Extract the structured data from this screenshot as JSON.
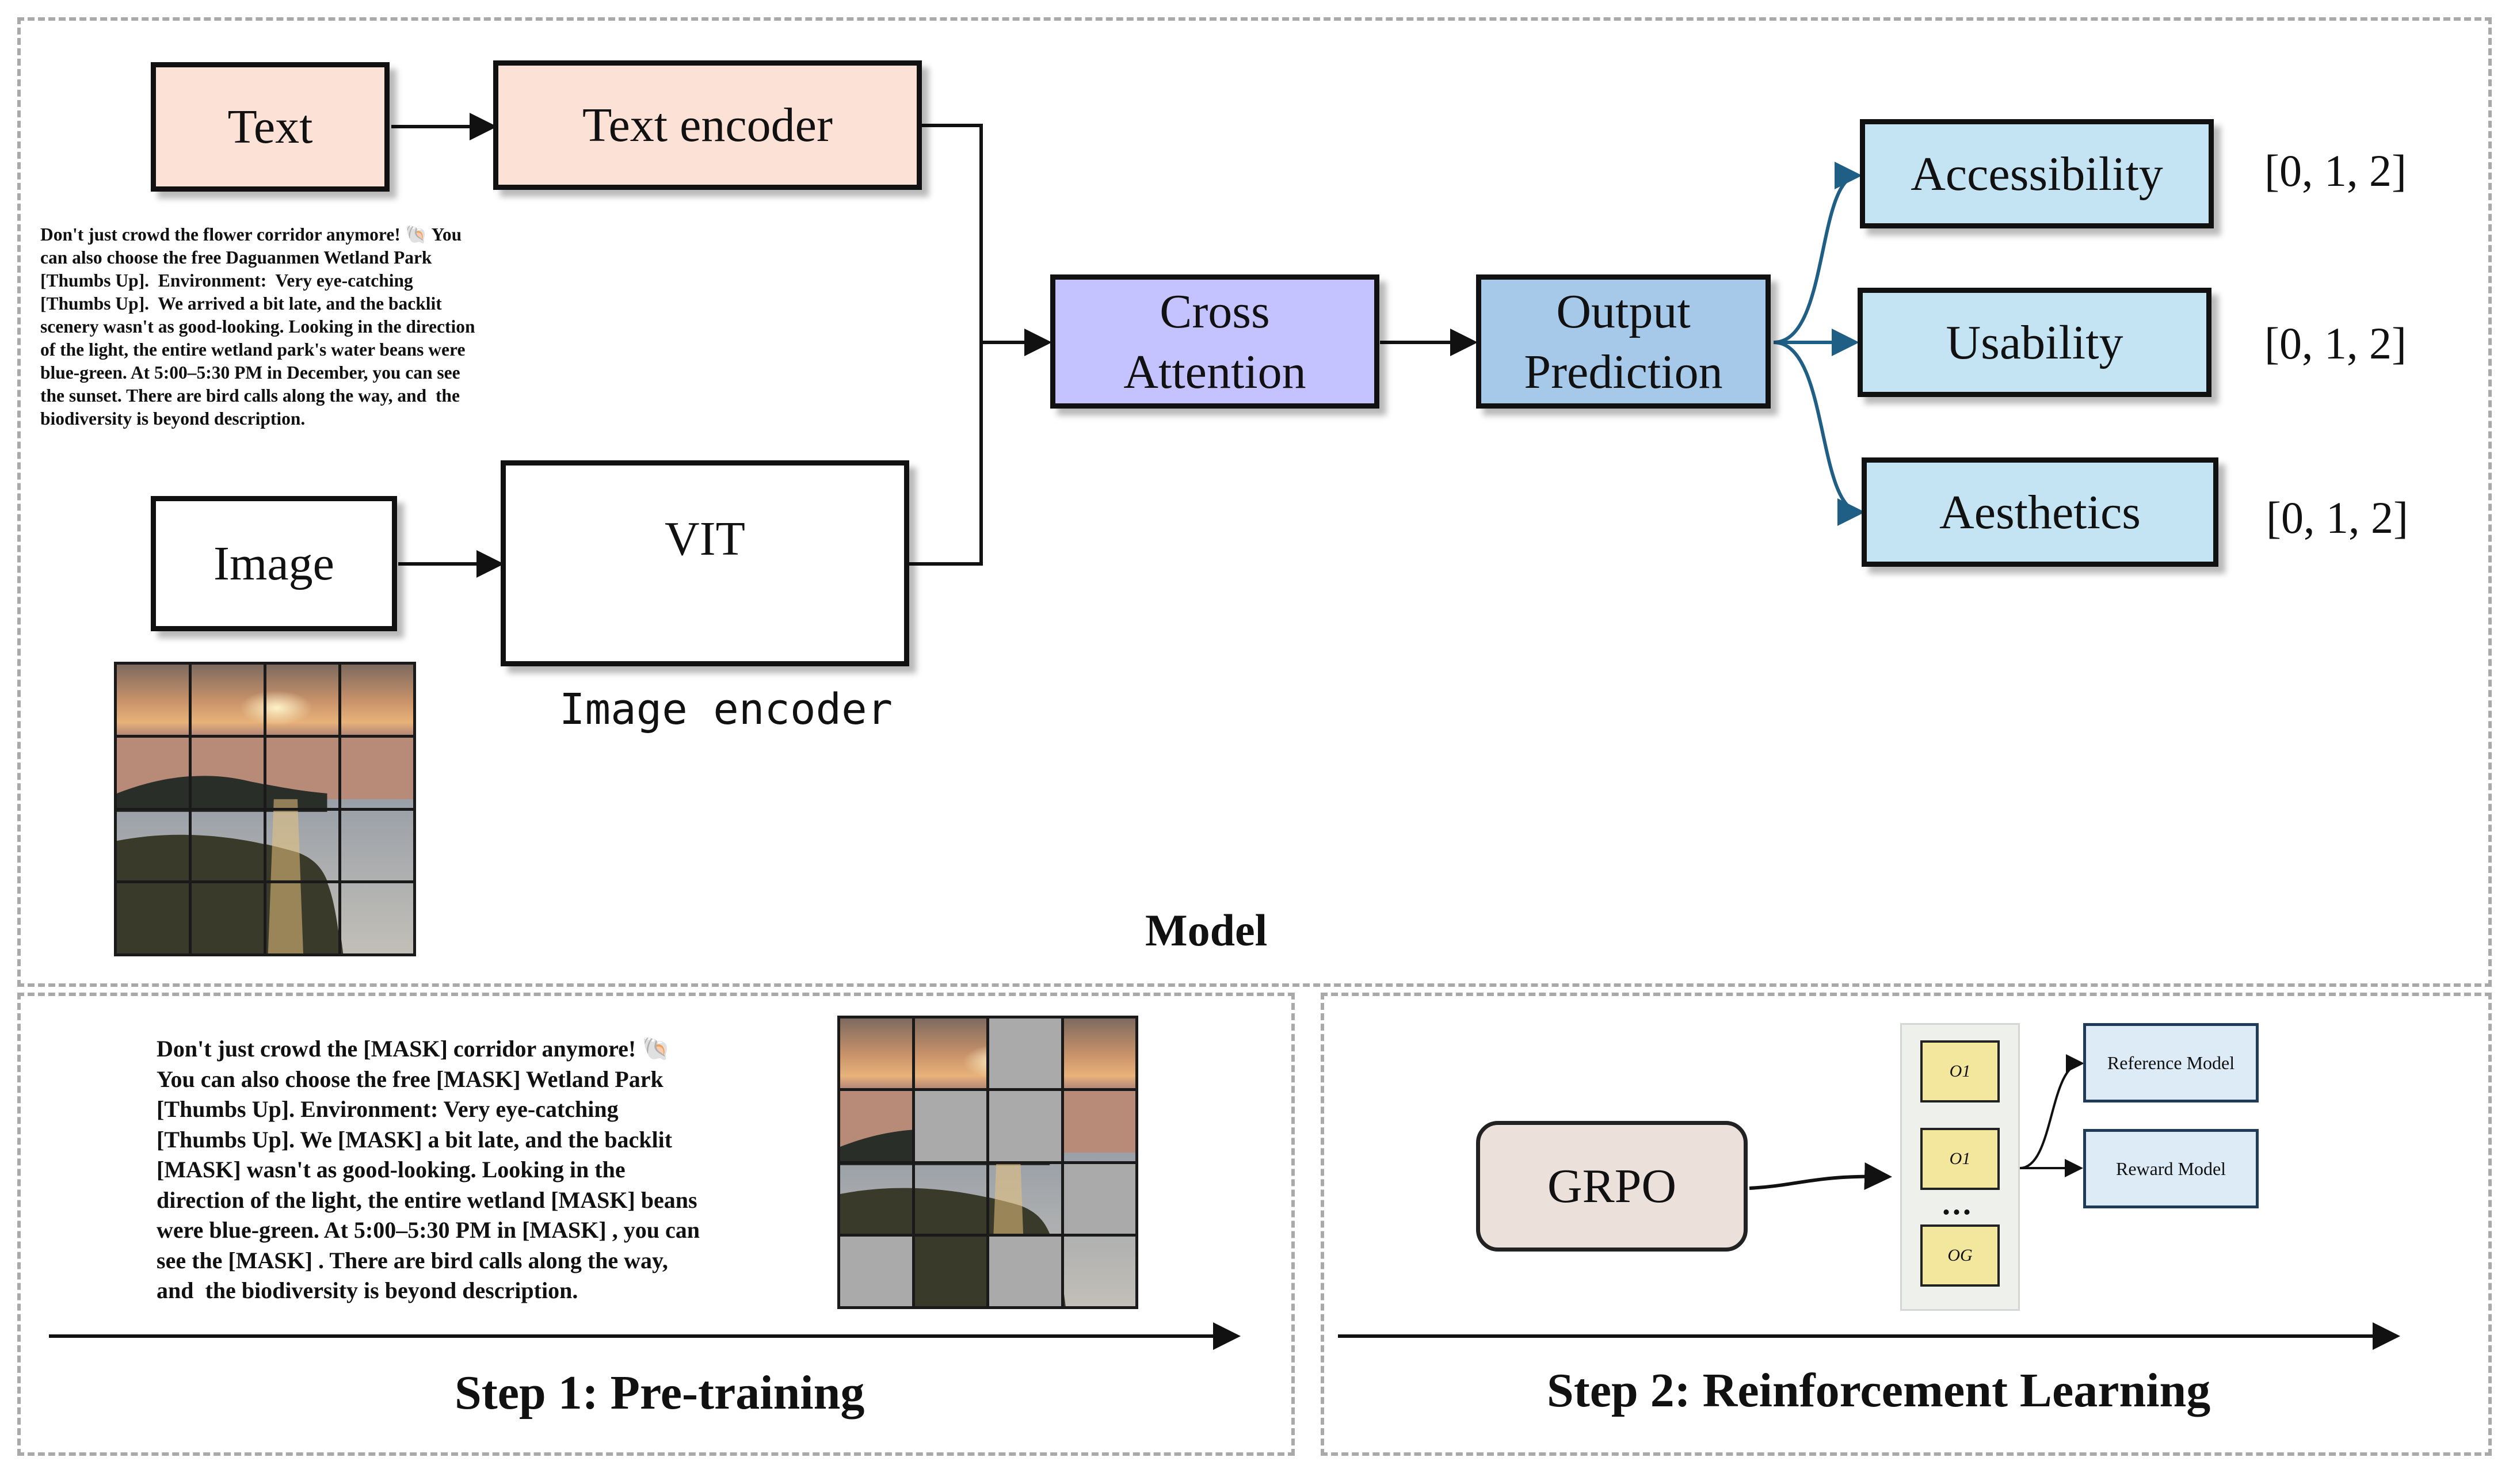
{
  "model": {
    "title": "Model",
    "text_box": "Text",
    "text_encoder_box": "Text encoder",
    "image_box": "Image",
    "vit_box": "VIT",
    "image_encoder_label": "Image encoder",
    "cross_attention_box": "Cross\nAttention",
    "output_prediction_box": "Output\nPrediction",
    "outputs": [
      {
        "label": "Accessibility",
        "range": "[0, 1, 2]"
      },
      {
        "label": "Usability",
        "range": "[0, 1, 2]"
      },
      {
        "label": "Aesthetics",
        "range": "[0, 1, 2]"
      }
    ],
    "sample_text": "Don't just crowd the flower corridor anymore! 🐚 You\ncan also choose the free Daguanmen Wetland Park\n[Thumbs Up].  Environment:  Very eye-catching\n[Thumbs Up].  We arrived a bit late, and the backlit\nscenery wasn't as good-looking. Looking in the direction\nof the light, the entire wetland park's water beans were\nblue-green. At 5:00–5:30 PM in December, you can see\nthe sunset. There are bird calls along the way, and  the\nbiodiversity is beyond description."
  },
  "step1": {
    "title": "Step 1: Pre-training",
    "masked_text": "Don't just crowd the [MASK] corridor anymore! 🐚\nYou can also choose the free [MASK] Wetland Park\n[Thumbs Up]. Environment: Very eye-catching\n[Thumbs Up]. We [MASK] a bit late, and the backlit\n[MASK] wasn't as good-looking. Looking in the\ndirection of the light, the entire wetland [MASK] beans\nwere blue-green. At 5:00–5:30 PM in [MASK] , you can\nsee the [MASK] . There are bird calls along the way,\nand  the biodiversity is beyond description."
  },
  "step2": {
    "title": "Step 2: Reinforcement Learning",
    "grpo_box": "GRPO",
    "outputs": [
      "O1",
      "O1",
      "OG"
    ],
    "ellipsis": "...",
    "reference_model": "Reference Model",
    "reward_model": "Reward Model"
  },
  "colors": {
    "text_box_fill": "#fbe1d6",
    "cross_attention_fill": "#c4c2ff",
    "output_prediction_fill": "#a6c9ea",
    "output_box_fill": "#c4e4f4",
    "branch_arrow": "#1f5f86",
    "mask_gray": "#aaaaaa",
    "grpo_fill": "#ebe0da",
    "output_token_fill": "#f3e79e"
  },
  "masked_patches_step1": [
    [
      0,
      2
    ],
    [
      1,
      1
    ],
    [
      1,
      2
    ],
    [
      2,
      3
    ],
    [
      3,
      0
    ],
    [
      3,
      2
    ]
  ]
}
